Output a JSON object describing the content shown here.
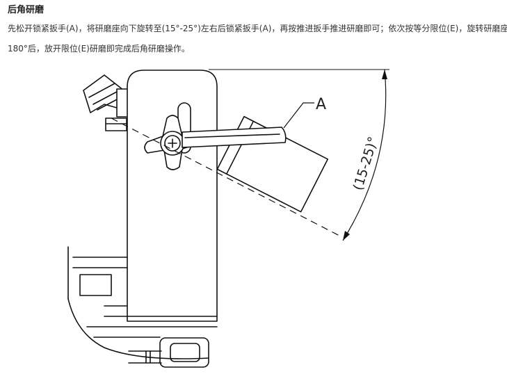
{
  "article": {
    "title": "后角研磨",
    "line1": "先松开锁紧扳手(A)，将研磨座向下旋转至(15°-25°)左右后锁紧扳手(A)，再按推进扳手推进研磨即可；依次按等分限位(E)，旋转研磨座",
    "line2": "180°后，放开限位(E)研磨即完成后角研磨操作。"
  },
  "figure": {
    "label_a": "A",
    "angle_label": "(15-25)°"
  }
}
